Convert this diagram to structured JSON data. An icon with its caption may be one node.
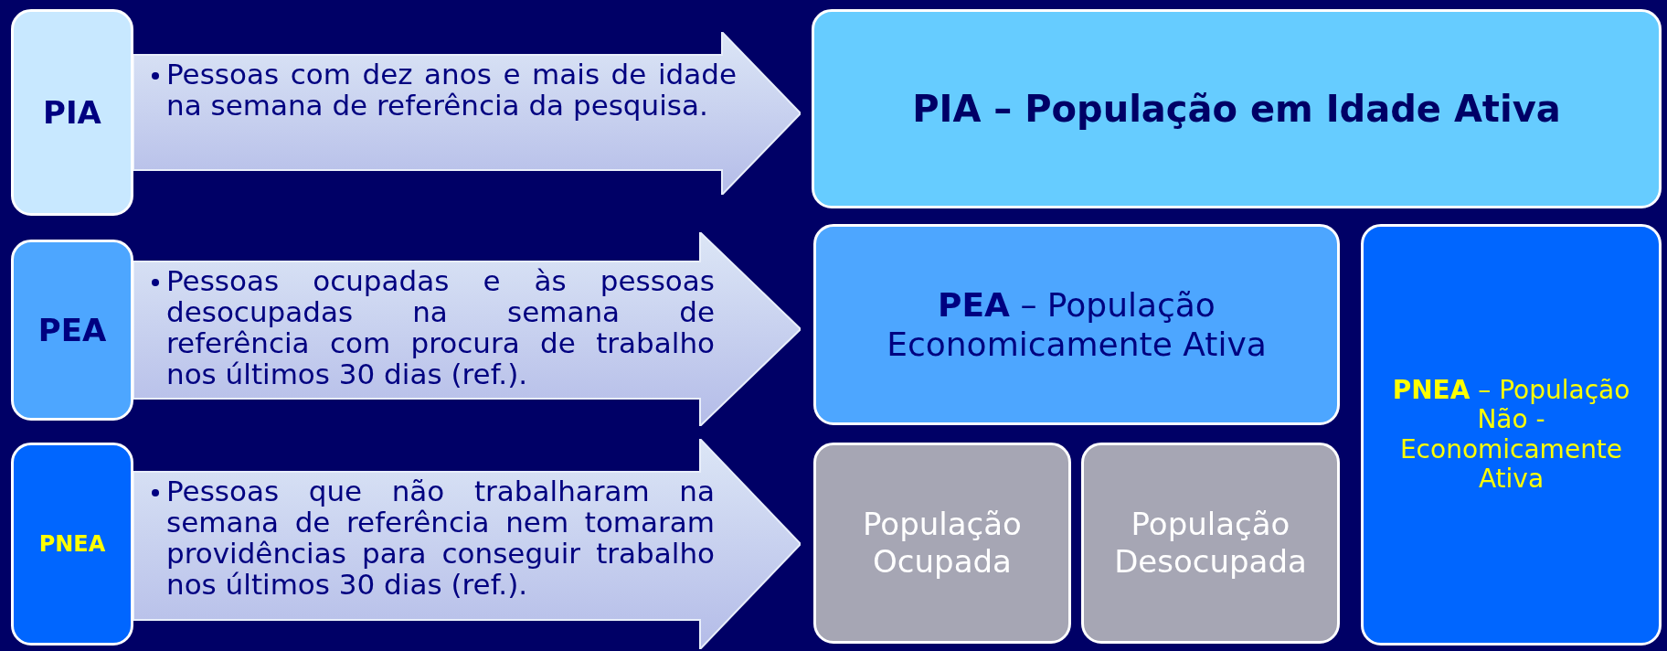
{
  "diagram": {
    "nodes": [
      {
        "text": [
          "PIA"
        ]
      },
      {
        "text": [
          "Pessoas com dez anos e mais de idade na semana de referência da pesquisa."
        ]
      },
      {
        "text": [
          "PIA – População em Idade Ativa"
        ]
      },
      {
        "text": [
          "PEA"
        ]
      },
      {
        "text": [
          "Pessoas ocupadas e às pessoas desocupadas na semana de referência com procura de trabalho nos últimos 30 dias (ref.)."
        ]
      },
      {
        "text": [
          "**PEA** – População Economicamente Ativa"
        ]
      },
      {
        "text": [
          "**PNEA** – População Não - Economicamente Ativa"
        ]
      },
      {
        "text": [
          "PNEA"
        ]
      },
      {
        "text": [
          "Pessoas que não trabalharam na semana de referência nem tomaram providências para conseguir trabalho nos últimos 30 dias (ref.)."
        ]
      },
      {
        "text": [
          "População Ocupada"
        ]
      },
      {
        "text": [
          "População Desocupada"
        ]
      }
    ]
  }
}
